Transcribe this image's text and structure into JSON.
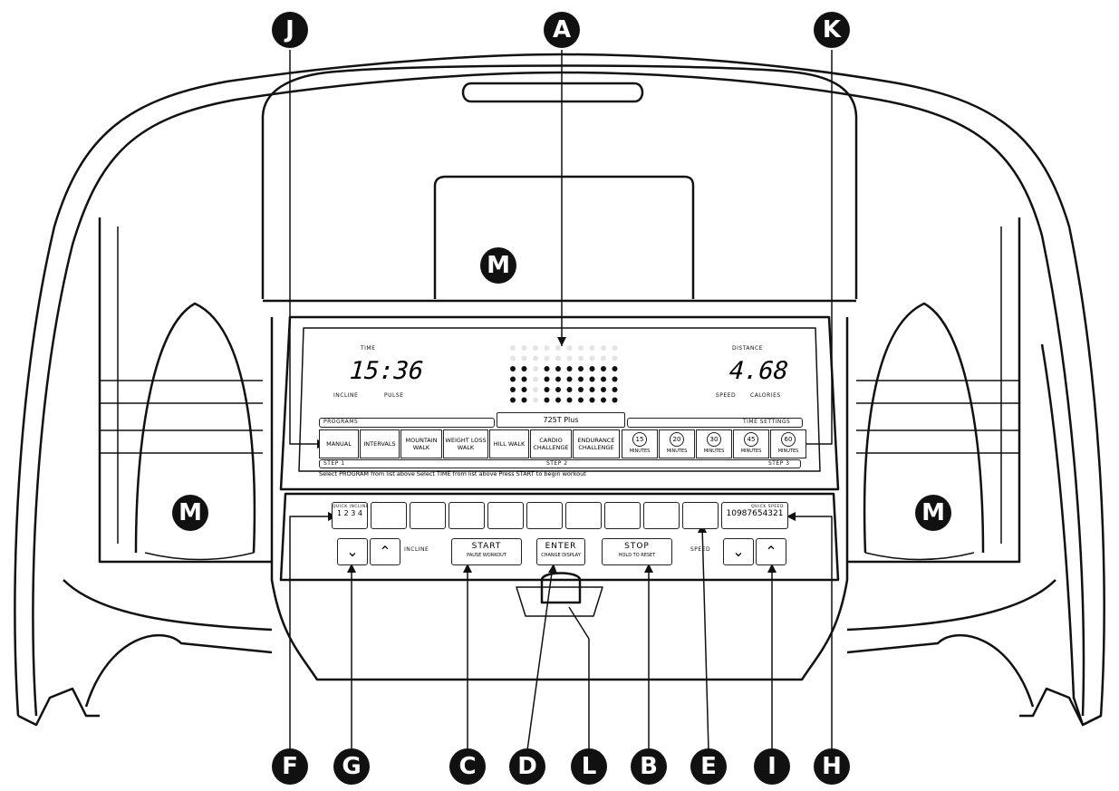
{
  "callouts": {
    "A": "A",
    "B": "B",
    "C": "C",
    "D": "D",
    "E": "E",
    "F": "F",
    "G": "G",
    "H": "H",
    "I": "I",
    "J": "J",
    "K": "K",
    "L": "L",
    "M": "M"
  },
  "display": {
    "left_label": "TIME",
    "left_value": "15:36",
    "left_sub1": "INCLINE",
    "left_sub2": "PULSE",
    "right_label": "DISTANCE",
    "right_value": "4.68",
    "right_sub1": "SPEED",
    "right_sub2": "CALORIES",
    "model": "725T Plus",
    "programs_label": "PROGRAMS",
    "time_settings_label": "TIME SETTINGS",
    "step1": "STEP 1",
    "step2": "STEP 2",
    "step3": "STEP 3",
    "instruction": "Select PROGRAM from list above Select TIME from list above Press START to begin workout"
  },
  "programs": [
    "MANUAL",
    "INTERVALS",
    "MOUNTAIN WALK",
    "WEIGHT LOSS WALK",
    "HILL WALK",
    "CARDIO CHALLENGE",
    "ENDURANCE CHALLENGE"
  ],
  "time_settings": [
    {
      "value": "15",
      "label": "MINUTES"
    },
    {
      "value": "20",
      "label": "MINUTES"
    },
    {
      "value": "30",
      "label": "MINUTES"
    },
    {
      "value": "45",
      "label": "MINUTES"
    },
    {
      "value": "60",
      "label": "MINUTES"
    }
  ],
  "keypad": {
    "left_key": "QUICK INCLINE",
    "left_key_value": "1 2 3 4",
    "right_key": "QUICK SPEED",
    "right_key_value": "10987654321"
  },
  "controls": {
    "incline_label": "INCLINE",
    "speed_label": "SPEED",
    "start": "START",
    "start_sub": "PAUSE WORKOUT",
    "enter": "ENTER",
    "enter_sub": "CHANGE DISPLAY",
    "stop": "STOP",
    "stop_sub": "HOLD TO RESET"
  }
}
